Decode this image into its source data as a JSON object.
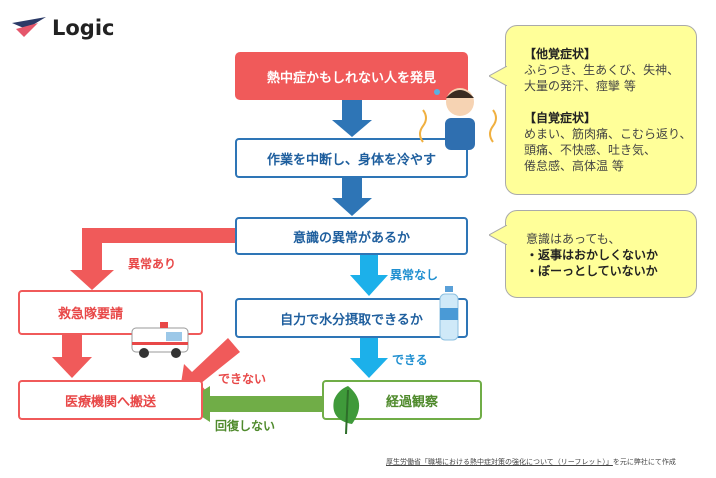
{
  "logo": {
    "text": "Logic"
  },
  "flow": {
    "start": "熱中症かもしれない人を発見",
    "step1": "作業を中断し、身体を冷やす",
    "step2": "意識の異常があるか",
    "step3": "自力で水分摂取できるか",
    "call": "救急隊要請",
    "hospital": "医療機関へ搬送",
    "observe": "経過観察"
  },
  "labels": {
    "abnormal": "異常あり",
    "normal": "異常なし",
    "can": "できる",
    "cannot": "できない",
    "not_recovered": "回復しない"
  },
  "callout1": {
    "title1": "【他覚症状】",
    "lines1": [
      "ふらつき、生あくび、失神、",
      "大量の発汗、痙攣 等"
    ],
    "title2": "【自覚症状】",
    "lines2": [
      "めまい、筋肉痛、こむら返り、",
      "頭痛、不快感、吐き気、",
      "倦怠感、高体温 等"
    ]
  },
  "callout2": {
    "intro": "意識はあっても、",
    "points": [
      "・返事はおかしくないか",
      "・ぼーっとしていないか"
    ]
  },
  "footer": {
    "source": "厚生労働省「職場における熱中症対策の強化について（リーフレット）」",
    "suffix": "を元に弊社にて作成"
  },
  "colors": {
    "red": "#f05a5a",
    "blue": "#2e75b6",
    "lightblue": "#1cb0ea",
    "green": "#70ad47",
    "yellow": "#ffff99"
  }
}
